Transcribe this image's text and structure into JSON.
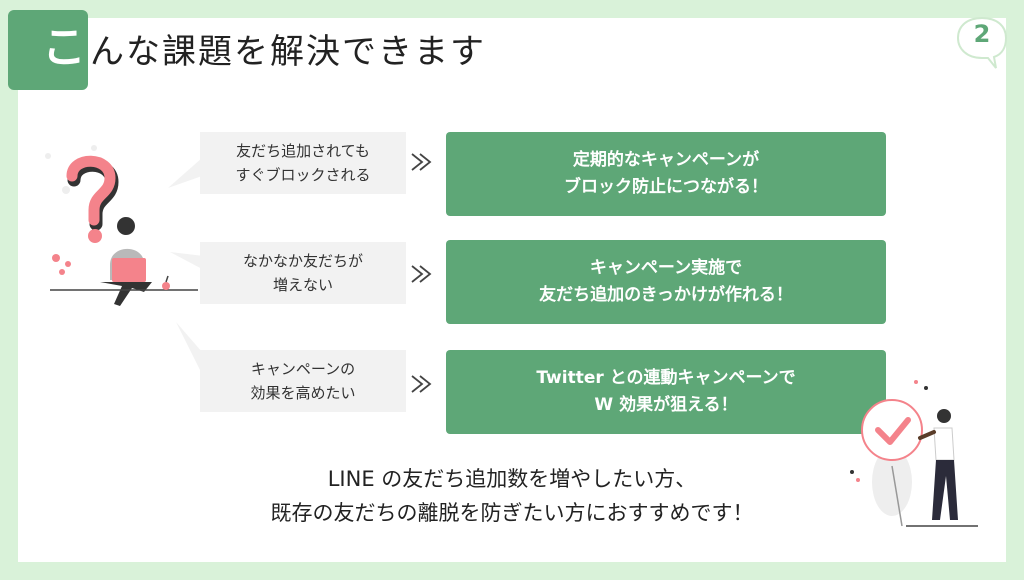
{
  "title": {
    "first_char": "こ",
    "rest": "んな課題を解決できます"
  },
  "page_number": "2",
  "rows": [
    {
      "problem": "友だち追加されても\nすぐブロックされる",
      "solution": "定期的なキャンペーンが\nブロック防止につながる！"
    },
    {
      "problem": "なかなか友だちが\n増えない",
      "solution": "キャンペーン実施で\n友だち追加のきっかけが作れる！"
    },
    {
      "problem": "キャンペーンの\n効果を高めたい",
      "solution": "Twitter との連動キャンペーンで\nW 効果が狙える！"
    }
  ],
  "summary": {
    "line1": "LINE の友だち追加数を増やしたい方、",
    "line2": "既存の友だちの離脱を防ぎたい方におすすめです！"
  },
  "colors": {
    "accent": "#5ea777",
    "background": "#d9f2d9",
    "bubble": "#f2f2f2",
    "illustration_pink": "#f4838b"
  },
  "icons": [
    "question-mark-icon",
    "laptop-person-illustration",
    "check-circle-icon",
    "standing-woman-illustration",
    "double-chevron-right-icon"
  ]
}
